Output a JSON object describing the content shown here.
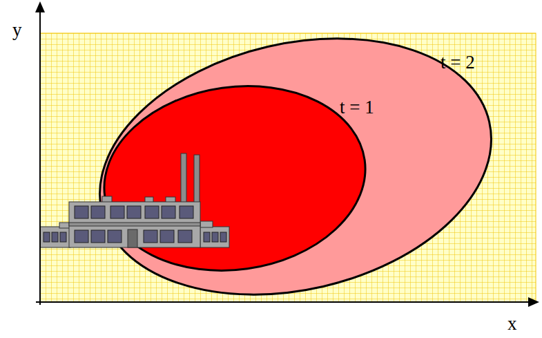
{
  "diagram": {
    "labels": [
      "y",
      "x",
      "t = 1",
      "t = 2"
    ]
  }
}
